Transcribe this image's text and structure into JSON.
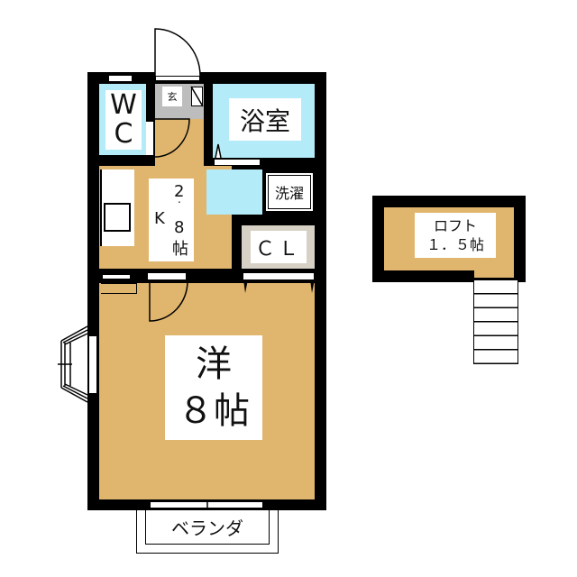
{
  "floorplan": {
    "rooms": {
      "wc": {
        "line1": "W",
        "line2": "C"
      },
      "entrance": {
        "label": "玄"
      },
      "bath": {
        "label": "浴室"
      },
      "kitchen": {
        "k": "K",
        "num1": "2",
        "dot": ".",
        "num2": "8",
        "unit": "帖"
      },
      "laundry": {
        "label": "洗濯"
      },
      "closet": {
        "label": "ＣＬ"
      },
      "western": {
        "line1": "洋",
        "line2": "８帖"
      },
      "balcony": {
        "label": "ベランダ"
      },
      "loft": {
        "line1": "ロフト",
        "line2": "１．５帖"
      }
    },
    "colors": {
      "floor": "#E0B56E",
      "wet_area": "#B3EBF8",
      "entrance": "#BDBDBD",
      "closet": "#D6D1C4",
      "wall": "#000000"
    }
  }
}
